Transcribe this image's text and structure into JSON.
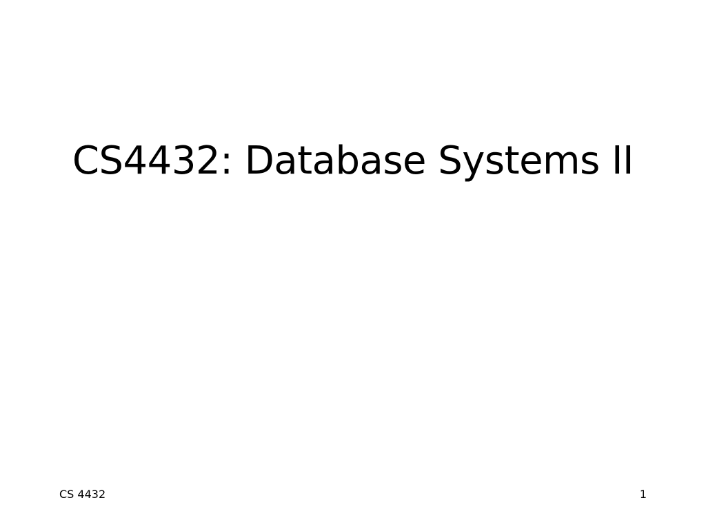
{
  "slide": {
    "title": "CS4432: Database Systems II",
    "footer_left": "CS 4432",
    "slide_number": "1"
  },
  "colors": {
    "background": "#ffffff",
    "text": "#000000"
  }
}
